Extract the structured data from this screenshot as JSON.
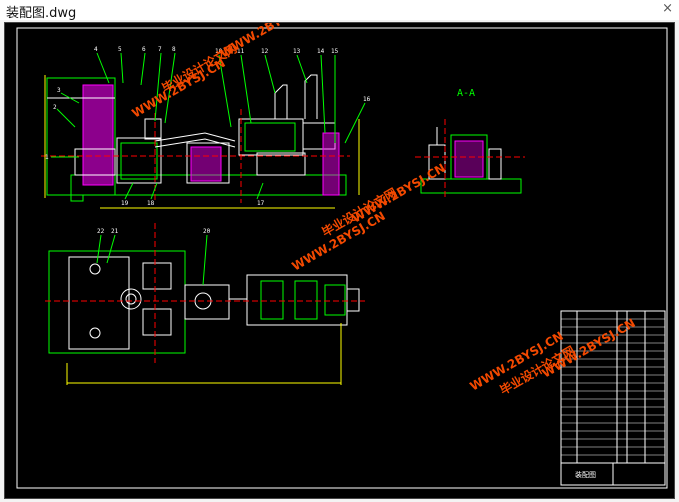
{
  "window": {
    "title": "装配图.dwg",
    "close_glyph": "×"
  },
  "drawing": {
    "section_label": "A-A",
    "balloons": [
      "4",
      "5",
      "6",
      "7",
      "8",
      "10",
      "11",
      "12",
      "13",
      "14",
      "15",
      "16",
      "3",
      "2",
      "1",
      "19",
      "18",
      "17",
      "22",
      "21",
      "20"
    ],
    "watermarks": {
      "url": "WWW.2BYSJ.CN",
      "site": "毕业设计论文网"
    }
  },
  "title_block": {
    "main_title": "装配图"
  },
  "colors": {
    "background": "#000000",
    "outline": "#00ff00",
    "part": "#ffffff",
    "hatch": "#ff00ff",
    "dimension": "#ffff00",
    "center": "#ff0000",
    "watermark": "#ff4d00",
    "frame": "#ffffff"
  }
}
